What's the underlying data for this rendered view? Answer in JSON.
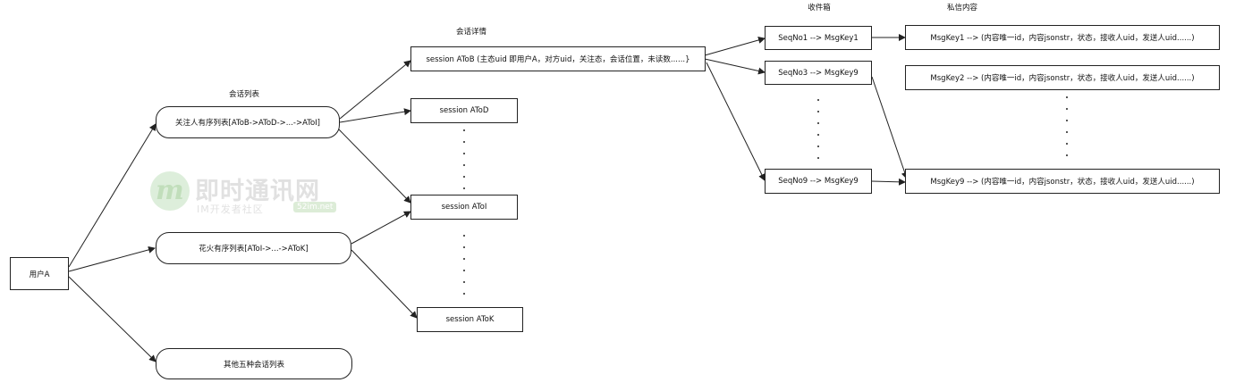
{
  "labels": {
    "session_list": "会话列表",
    "session_detail": "会话详情",
    "inbox": "收件箱",
    "private_msg": "私信内容"
  },
  "nodes": {
    "user_a": "用户A",
    "follow_list": "关注人有序列表[AToB->AToD->...->AToI]",
    "spark_list": "花火有序列表[AToI->...->AToK]",
    "other_lists": "其他五种会话列表",
    "session_atob": "session AToB (主态uid 即用户A，对方uid，关注态，会话位置，未读数......}",
    "session_atod": "session AToD",
    "session_atoi": "session AToI",
    "session_atok": "session AToK",
    "seq1": "SeqNo1 --> MsgKey1",
    "seq3": "SeqNo3 --> MsgKey9",
    "seq9": "SeqNo9 --> MsgKey9",
    "msg1": "MsgKey1 --> (内容唯一id，内容jsonstr，状态，接收人uid，发送人uid......)",
    "msg2": "MsgKey2 --> (内容唯一id，内容jsonstr，状态，接收人uid，发送人uid......)",
    "msg9": "MsgKey9 --> (内容唯一id，内容jsonstr，状态，接收人uid，发送人uid......)"
  },
  "watermark": {
    "logo_letter": "m",
    "title": "即时通讯网",
    "subtitle": "IM开发者社区",
    "badge": "52im.net"
  }
}
